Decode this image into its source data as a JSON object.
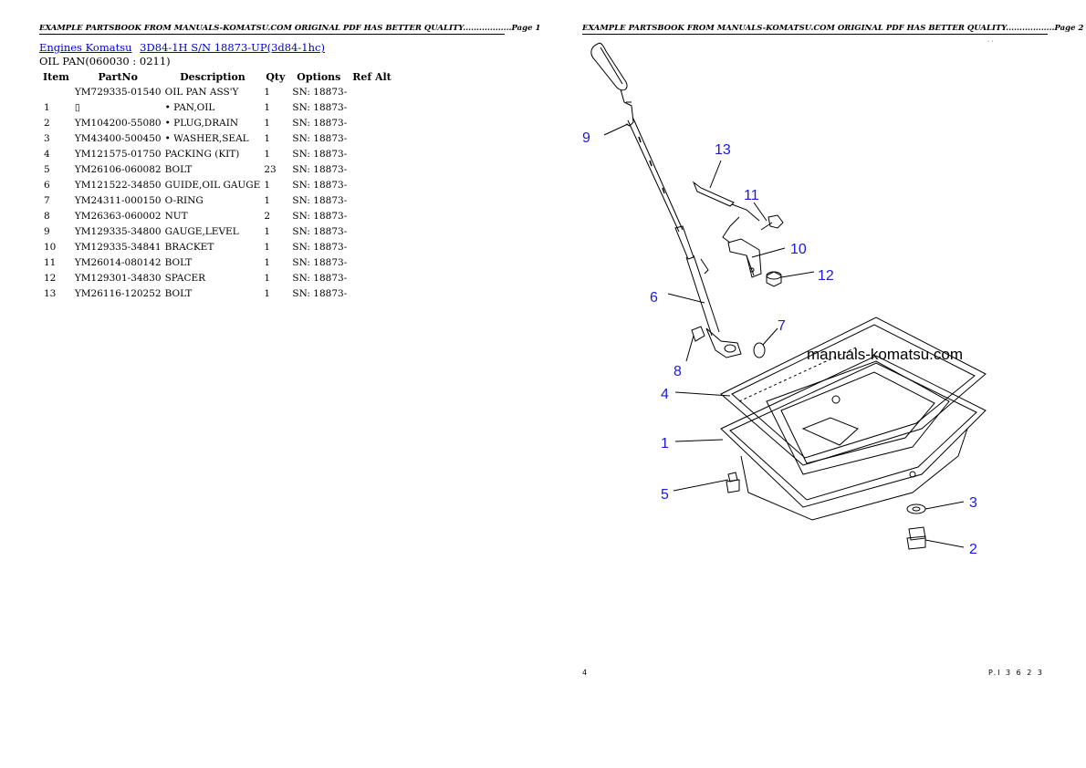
{
  "header": {
    "left": "EXAMPLE PARTSBOOK FROM MANUALS-KOMATSU.COM ORIGINAL PDF HAS BETTER QUALITY..................Page 1",
    "right": "EXAMPLE PARTSBOOK FROM MANUALS-KOMATSU.COM ORIGINAL PDF HAS BETTER QUALITY..................Page 2"
  },
  "breadcrumb": {
    "link1": "Engines Komatsu",
    "link2": "3D84-1H S/N 18873-UP(3d84-1hc)"
  },
  "section_title": "OIL PAN(060030 : 0211)",
  "table": {
    "columns": [
      "Item",
      "PartNo",
      "Description",
      "Qty",
      "Options",
      "Ref Alt"
    ],
    "rows": [
      {
        "item": "",
        "part": "YM729335-01540",
        "desc": "OIL PAN ASS'Y",
        "qty": "1",
        "opt": "SN: 18873-",
        "ref": ""
      },
      {
        "item": "1",
        "part": "▯",
        "desc": "• PAN,OIL",
        "qty": "1",
        "opt": "SN: 18873-",
        "ref": ""
      },
      {
        "item": "2",
        "part": "YM104200-55080",
        "desc": "• PLUG,DRAIN",
        "qty": "1",
        "opt": "SN: 18873-",
        "ref": ""
      },
      {
        "item": "3",
        "part": "YM43400-500450",
        "desc": "• WASHER,SEAL",
        "qty": "1",
        "opt": "SN: 18873-",
        "ref": ""
      },
      {
        "item": "4",
        "part": "YM121575-01750",
        "desc": "PACKING (KIT)",
        "qty": "1",
        "opt": "SN: 18873-",
        "ref": ""
      },
      {
        "item": "5",
        "part": "YM26106-060082",
        "desc": "BOLT",
        "qty": "23",
        "opt": "SN: 18873-",
        "ref": ""
      },
      {
        "item": "6",
        "part": "YM121522-34850",
        "desc": "GUIDE,OIL GAUGE",
        "qty": "1",
        "opt": "SN: 18873-",
        "ref": ""
      },
      {
        "item": "7",
        "part": "YM24311-000150",
        "desc": "O-RING",
        "qty": "1",
        "opt": "SN: 18873-",
        "ref": ""
      },
      {
        "item": "8",
        "part": "YM26363-060002",
        "desc": "NUT",
        "qty": "2",
        "opt": "SN: 18873-",
        "ref": ""
      },
      {
        "item": "9",
        "part": "YM129335-34800",
        "desc": "GAUGE,LEVEL",
        "qty": "1",
        "opt": "SN: 18873-",
        "ref": ""
      },
      {
        "item": "10",
        "part": "YM129335-34841",
        "desc": "BRACKET",
        "qty": "1",
        "opt": "SN: 18873-",
        "ref": ""
      },
      {
        "item": "11",
        "part": "YM26014-080142",
        "desc": "BOLT",
        "qty": "1",
        "opt": "SN: 18873-",
        "ref": ""
      },
      {
        "item": "12",
        "part": "YM129301-34830",
        "desc": "SPACER",
        "qty": "1",
        "opt": "SN: 18873-",
        "ref": ""
      },
      {
        "item": "13",
        "part": "YM26116-120252",
        "desc": "BOLT",
        "qty": "1",
        "opt": "SN: 18873-",
        "ref": ""
      }
    ]
  },
  "diagram": {
    "watermark": "manuals-komatsu.com",
    "callouts": [
      "1",
      "2",
      "3",
      "4",
      "5",
      "6",
      "7",
      "8",
      "9",
      "10",
      "11",
      "12",
      "13"
    ],
    "callout_color": "#1a1adb",
    "top_right_mark": "· · · · ·"
  },
  "footer": {
    "left": "4",
    "right": "P.I 3 6 2 3"
  }
}
